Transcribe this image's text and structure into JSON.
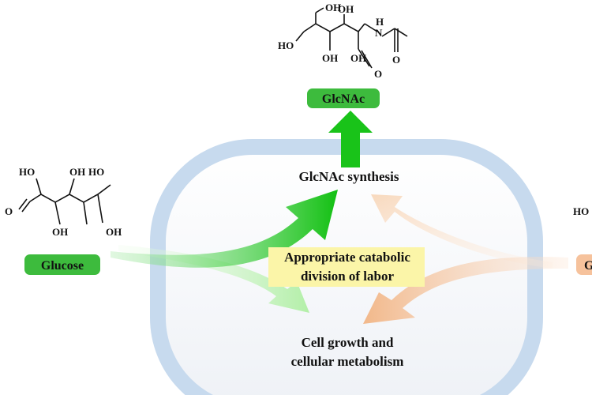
{
  "colors": {
    "cell_border": "#c9dbee",
    "cell_fill": "#f4f6fa",
    "green_pill": "#3dbb3d",
    "green_arrow": "#19c319",
    "light_green_arrow": "#b8f0b0",
    "orange_arrow": "#f4c6a0",
    "light_orange_arrow": "#fbe6d6",
    "highlight_box": "#fbf5a8"
  },
  "labels": {
    "product_pill": "GlcNAc",
    "substrate_pill": "Glucose",
    "synthesis": "GlcNAc synthesis",
    "division_line1": "Appropriate catabolic",
    "division_line2": "division of labor",
    "growth_line1": "Cell growth and",
    "growth_line2": "cellular metabolism",
    "right_pill_fragment": "G",
    "right_mol_fragment": "HO"
  },
  "molecule_glcnac": {
    "oh_top": "OH",
    "oh_upper": "OH",
    "ho_left": "HO",
    "oh_lower_left": "OH",
    "oh_lower_mid": "OH",
    "nh": "N",
    "nh_h": "H",
    "o_carbonyl": "O",
    "o_aldehyde": "O"
  },
  "molecule_glucose": {
    "ho_1": "HO",
    "oh_2": "OH",
    "ho_3": "HO",
    "oh_4": "OH",
    "oh_5": "OH",
    "o_aldehyde": "O"
  }
}
